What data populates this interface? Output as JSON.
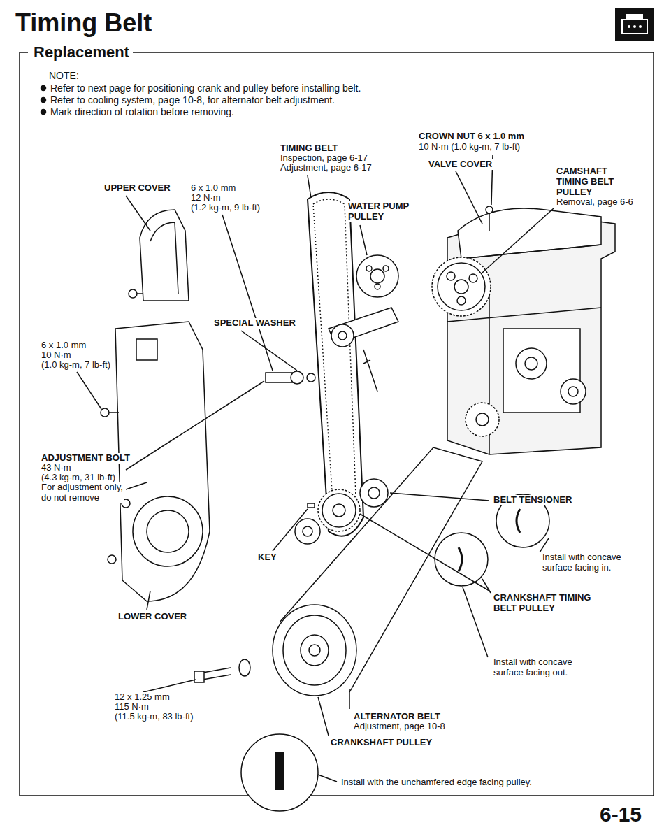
{
  "diagram": {
    "title": "Timing Belt",
    "labels": [
      "Replacement",
      "NOTE:",
      "Refer to next page for positioning crank and pulley before installing belt.",
      "Refer to cooling system, page 10-8, for alternator belt adjustment.",
      "Mark direction of rotation before removing.",
      "TIMING BELT",
      "Inspection, page 6-17",
      "Adjustment, page 6-17",
      "CROWN NUT 6 x 1.0 mm",
      "10 N·m (1.0 kg-m, 7 lb-ft)",
      "VALVE COVER",
      "CAMSHAFT TIMING BELT PULLEY",
      "Removal, page 6-6",
      "UPPER COVER",
      "6 x 1.0 mm",
      "12 N·m",
      "(1.2 kg-m, 9 lb-ft)",
      "WATER PUMP PULLEY",
      "SPECIAL WASHER",
      "6 x 1.0 mm",
      "10 N·m",
      "(1.0 kg-m, 7 lb-ft)",
      "ADJUSTMENT BOLT",
      "43 N·m",
      "(4.3 kg-m, 31 lb-ft)",
      "For adjustment only, do not remove",
      "BELT TENSIONER",
      "KEY",
      "Install with concave surface facing in.",
      "CRANKSHAFT TIMING BELT PULLEY",
      "LOWER COVER",
      "Install with concave surface facing out.",
      "12 x 1.25 mm",
      "115 N·m",
      "(11.5 kg-m, 83 lb-ft)",
      "ALTERNATOR BELT",
      "Adjustment, page 10-8",
      "CRANKSHAFT PULLEY",
      "Install with the unchamfered edge facing pulley.",
      "6-15"
    ]
  }
}
